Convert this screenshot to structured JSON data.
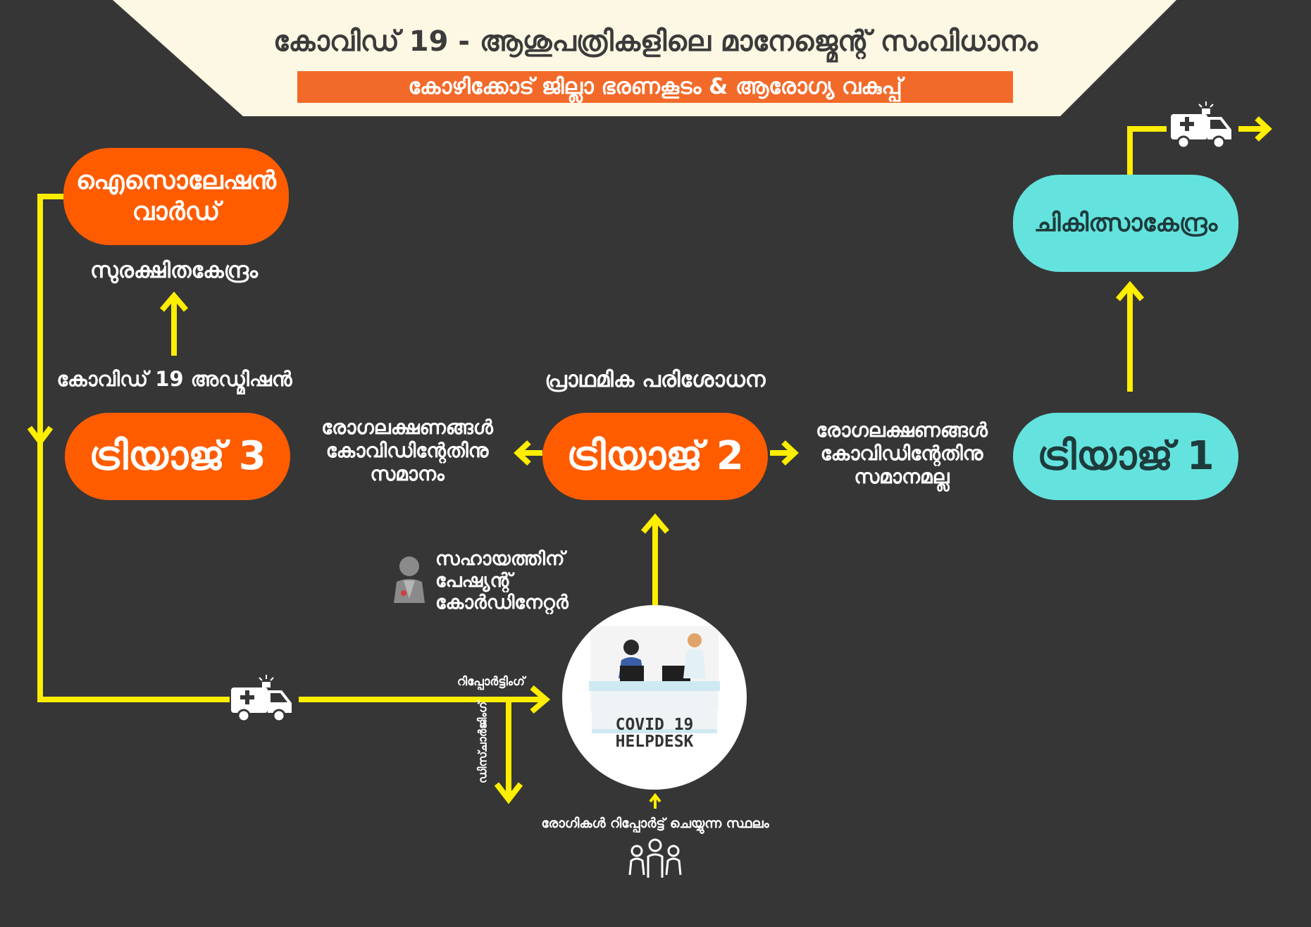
{
  "header": {
    "title": "കോവിഡ് 19 - ആശുപത്രികളിലെ മാനേജ്മെന്റ് സംവിധാനം",
    "subtitle": "കോഴിക്കോട് ജില്ലാ ഭരണകൂടം & ആരോഗ്യ വകുപ്പ്"
  },
  "nodes": {
    "isolation_ward": "ഐസൊലേഷൻ\nവാർഡ്",
    "safe_center": "സുരക്ഷിതകേന്ദ്രം",
    "covid_admission": "കോവിഡ് 19 അഡ്മിഷൻ",
    "triage3": "ട്രിയാജ് 3",
    "triage2": "ട്രിയാജ് 2",
    "triage1": "ട്രിയാജ് 1",
    "primary_exam": "പ്രാഥമിക പരിശോധന",
    "treatment_center": "ചികിത്സാകേന്ദ്രം",
    "symptoms_similar": "രോഗലക്ഷണങ്ങൾ\nകോവിഡിന്റേതിനു\nസമാനം",
    "symptoms_not_similar": "രോഗലക്ഷണങ്ങൾ\nകോവിഡിന്റേതിനു\nസമാനമല്ല",
    "patient_coordinator": "സഹായത്തിന്\nപേഷ്യന്റ്\nകോർഡിനേറ്റർ",
    "reporting": "റിപ്പോർട്ടിംഗ്",
    "discharge": "ഡിസ്ചാർജിംഗ്",
    "patients_report_place": "രോഗികൾ റിപ്പോർട്ട് ചെയ്യുന്ന സ്ഥലം",
    "helpdesk": "COVID 19\nHELPDESK"
  },
  "colors": {
    "background": "#363636",
    "banner": "#fdf8e4",
    "orange": "#ff5c00",
    "subtitle_bar": "#f26a2a",
    "cyan": "#64e3de",
    "arrow": "#ffee00"
  }
}
